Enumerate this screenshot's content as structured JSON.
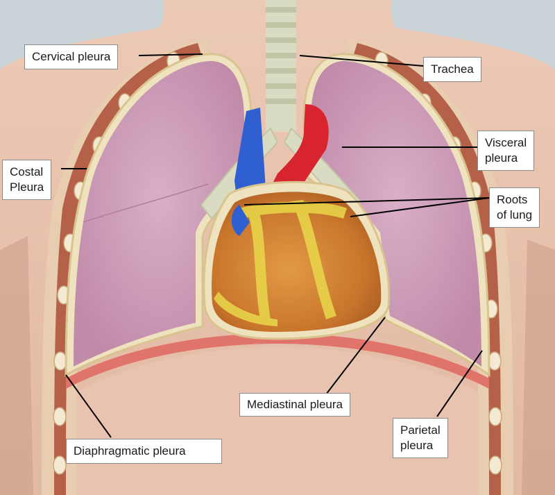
{
  "labels": {
    "cervical": "Cervical pleura",
    "trachea": "Trachea",
    "visceral": "Visceral\npleura",
    "costal": "Costal\nPleura",
    "roots": "Roots\nof lung",
    "mediastinal": "Mediastinal pleura",
    "parietal": "Parietal\npleura",
    "diaphragmatic": "Diaphragmatic pleura"
  },
  "colors": {
    "background": "#c9d2d6",
    "skin": "#e8c4b0",
    "chest_wall": "#e9cdb0",
    "muscle": "#b5614a",
    "rib": "#f4ead3",
    "pleura_line": "#d9c48f",
    "lung": "#d3a5bf",
    "heart": "#d98b3a",
    "fat": "#e9d84a",
    "artery": "#d8242f",
    "vein": "#2f5fd0",
    "airway": "#d9dcc2",
    "diaphragm": "#e0736a",
    "leader_line": "#000000"
  }
}
